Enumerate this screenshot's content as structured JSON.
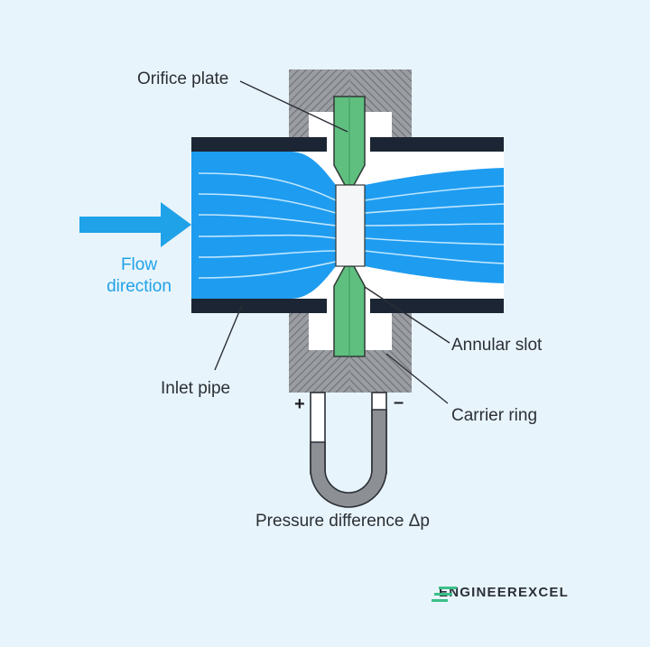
{
  "labels": {
    "orifice_plate": "Orifice plate",
    "flow_line1": "Flow",
    "flow_line2": "direction",
    "inlet_pipe": "Inlet pipe",
    "annular_slot": "Annular slot",
    "carrier_ring": "Carrier ring",
    "pressure_difference": "Pressure difference Δp",
    "plus_sign": "+",
    "minus_sign": "–"
  },
  "logo": {
    "text_part1": "ENGINEER",
    "text_part2": "EXCEL"
  },
  "colors": {
    "background": "#e8f4fb",
    "water": "#1e9cf0",
    "pipe_wall": "#1c2533",
    "plate": "#5fbf7f",
    "hatch": "#8a8d93",
    "arrow": "#1fa2e8",
    "logo_green": "#3bbf8a"
  }
}
